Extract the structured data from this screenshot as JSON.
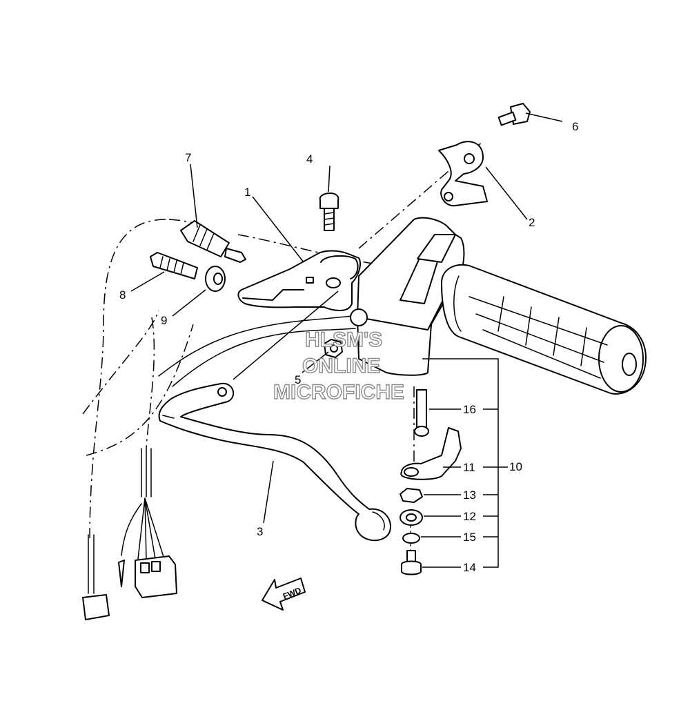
{
  "callouts": {
    "c1": "1",
    "c2": "2",
    "c3": "3",
    "c4": "4",
    "c5": "5",
    "c6": "6",
    "c7": "7",
    "c8": "8",
    "c9": "9",
    "c10": "10",
    "c11": "11",
    "c12": "12",
    "c13": "13",
    "c14": "14",
    "c15": "15",
    "c16": "16"
  },
  "fwd_label": "FWD",
  "watermark": {
    "line1": "HLSM'S",
    "line2": "ONLINE",
    "line3": "MICROFICHE"
  }
}
